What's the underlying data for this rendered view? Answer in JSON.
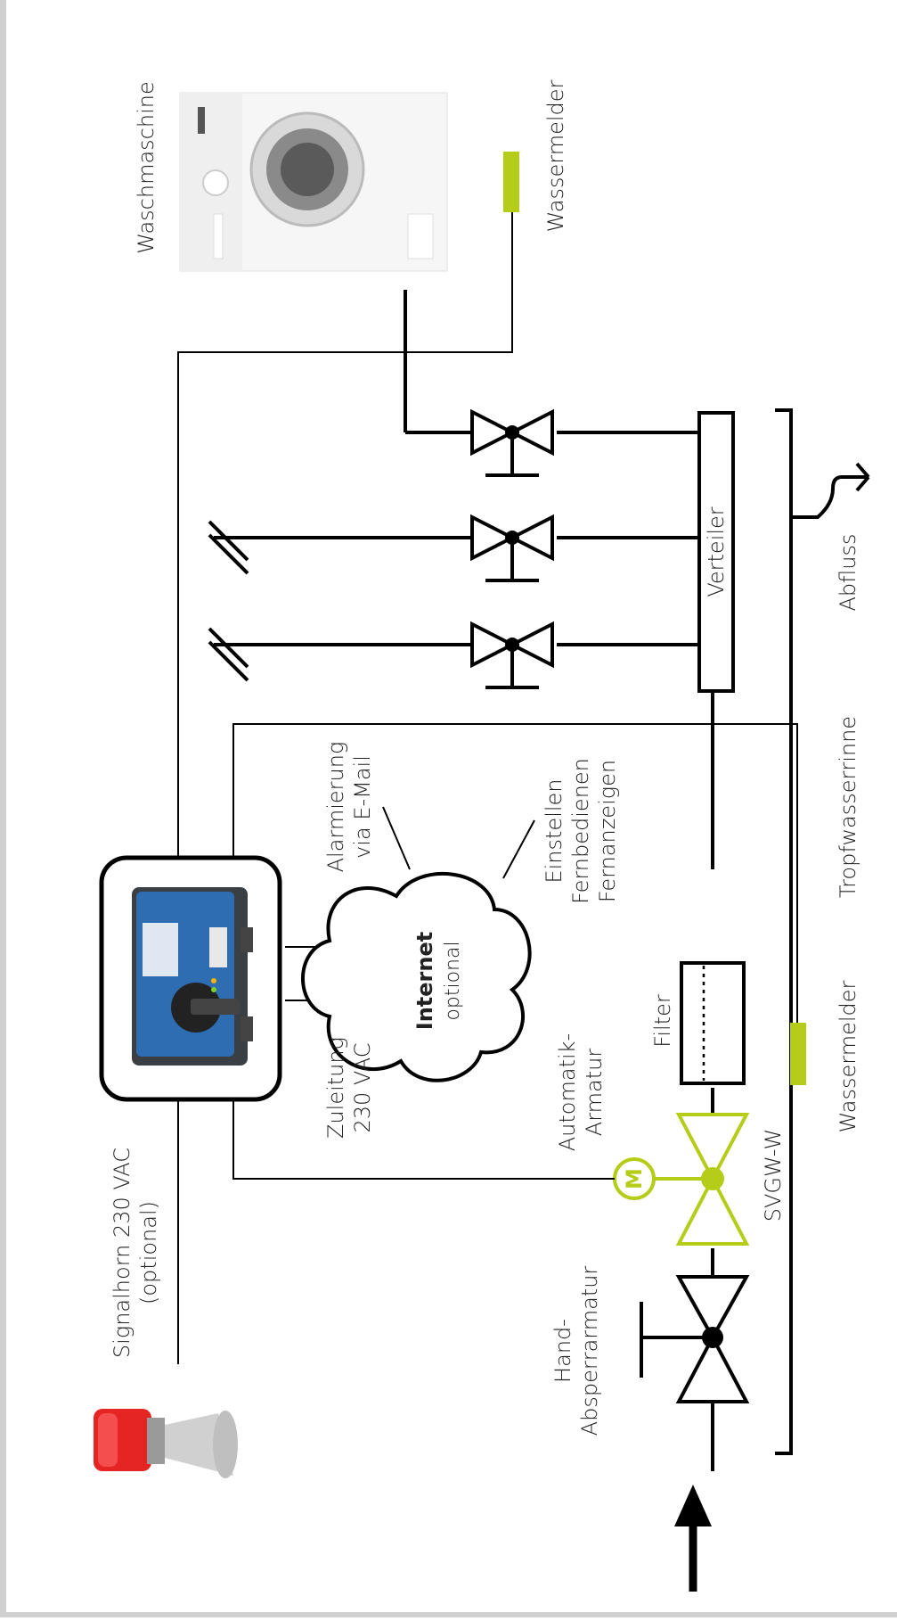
{
  "colors": {
    "line": "#000000",
    "accent": "#b5cc18",
    "frame": "#d0d0d0",
    "text": "#222222"
  },
  "labels": {
    "waschmaschine": "Waschmaschine",
    "wassermelder_top": "Wassermelder",
    "verteiler": "Verteiler",
    "abfluss": "Abfluss",
    "tropfwasserrinne": "Tropfwasserrinne",
    "wassermelder_bottom": "Wassermelder",
    "filter": "Filter",
    "svgw": "SVGW-W",
    "automatik_1": "Automatik-",
    "automatik_2": "Armatur",
    "hand_1": "Hand-",
    "hand_2": "Absperrarmatur",
    "signalhorn_1": "Signalhorn 230 VAC",
    "signalhorn_2": "(optional)",
    "zuleitung_1": "Zuleitung",
    "zuleitung_2": "230 VAC",
    "alarmierung_1": "Alarmierung",
    "alarmierung_2": "via E-Mail",
    "einstellen_1": "Einstellen",
    "einstellen_2": "Fernbedienen",
    "einstellen_3": "Fernanzeigen",
    "internet": "Internet",
    "optional": "optional",
    "motor": "M"
  },
  "icons": {
    "controller": "control-unit-photo",
    "horn": "signal-horn-photo",
    "washer": "washing-machine-photo",
    "cloud": "internet-cloud-icon"
  }
}
